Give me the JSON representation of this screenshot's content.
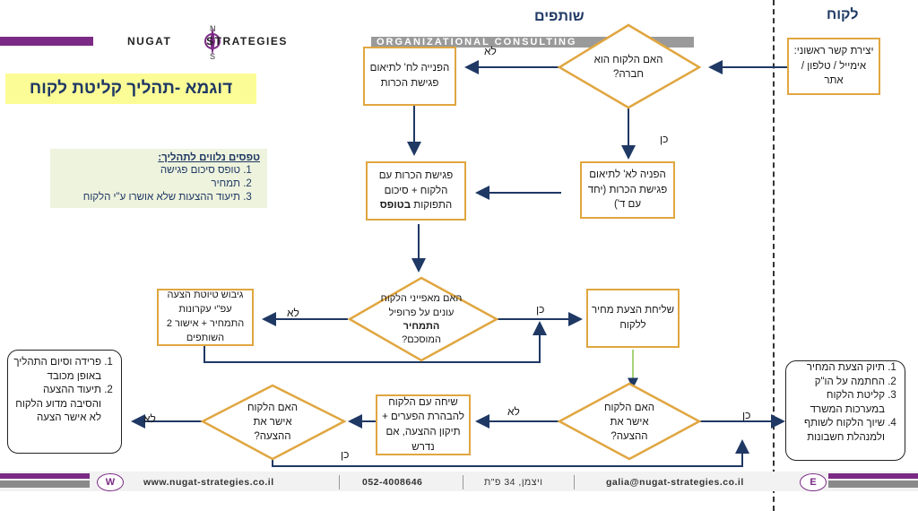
{
  "header": {
    "logo_text": "NUGAT STRATEGIES",
    "logo_letters": {
      "n": "N",
      "s": "S"
    },
    "tagline": "ORGANIZATIONAL CONSULTING"
  },
  "lanes": {
    "customer": "לקוח",
    "partners": "שותפים"
  },
  "title": "דוגמא -תהליך קליטת לקוח",
  "tips": {
    "heading": "טפסים נלווים לתהליך:",
    "items": [
      "טופס סיכום פגישה",
      "תמחיר",
      "תיעוד ההצעות שלא אושרו ע\"י הלקוח"
    ]
  },
  "boxes": {
    "first_contact": "יצירת קשר ראשוני: אימייל / טלפון / אתר",
    "is_company": "האם הלקוח הוא חברה?",
    "referral_h": "הפנייה לח' לתיאום פגישת הכרות",
    "referral_d": "הפניה לא' לתיאום פגישת הכרות (יחד עם ד')",
    "meeting_a": "פגישת הכרות עם הלקוח + סיכום התפוקות",
    "meeting_b": "בטופס",
    "fits_a": "האם מאפייני הלקוח עונים על פרופיל",
    "fits_b": "התמחיר",
    "fits_c": "המוסכם?",
    "send_offer": "שליחת הצעת מחיר ללקוח",
    "draft_offer": "גיבוש טיוטת הצעה עפ\"י עקרונות התמחיר + אישור 2 השותפים",
    "approved1": "האם הלקוח אישר את ההצעה?",
    "talk": "שיחה עם הלקוח להבהרת הפערים + תיקון ההצעה, אם נדרש",
    "approved2": "האם הלקוח אישר את ההצעה?"
  },
  "labels": {
    "yes": "כן",
    "no": "לא"
  },
  "left_list": [
    "פרידה וסיום התהליך באופן מכובד",
    "תיעוד ההצעה והסיבה מדוע הלקוח לא אישר הצעה"
  ],
  "right_list": [
    "תיוק הצעת המחיר",
    "החתמה על הו\"ק",
    "קליטת הלקוח במערכות המשרד",
    "שיוך הלקוח לשותף ולמנהלת חשבונות"
  ],
  "footer": {
    "website": "www.nugat-strategies.co.il",
    "phone": "052-4008646",
    "address": "ויצמן, 34 פ\"ת",
    "email": "galia@nugat-strategies.co.il",
    "w_letter": "W",
    "e_letter": "E"
  },
  "colors": {
    "box_border": "#e0a640",
    "arrow": "#1f3864",
    "title_bg": "#fcfc96",
    "brand_purple": "#7b2a85"
  }
}
